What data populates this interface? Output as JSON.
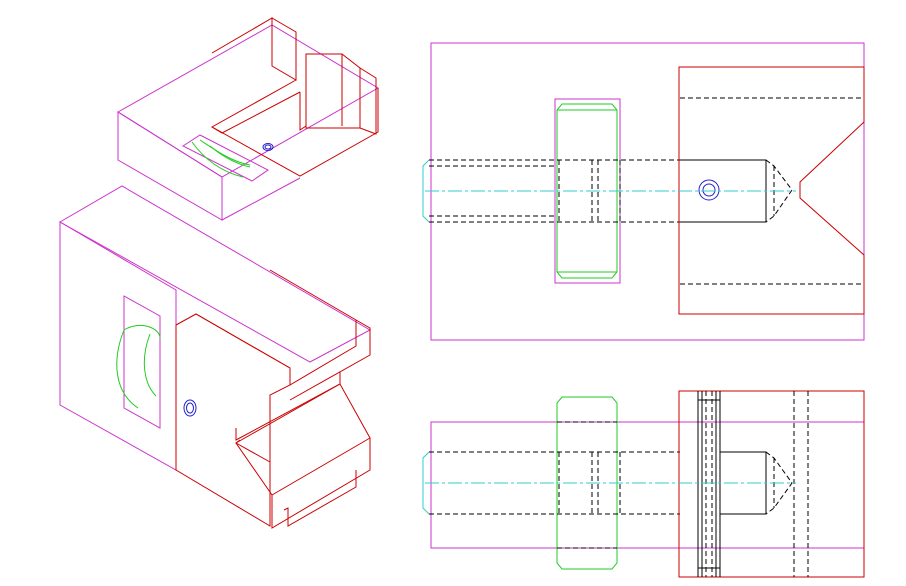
{
  "drawing": {
    "views": [
      "isometric-exploded",
      "isometric-assembled",
      "top-view",
      "front-view"
    ],
    "colors": {
      "body": "#cc33cc",
      "jaw": "#cc0000",
      "knob": "#22cc22",
      "hidden": "#000000",
      "centerline": "#33cccc",
      "hole": "#2222cc",
      "background": "#ffffff"
    }
  }
}
